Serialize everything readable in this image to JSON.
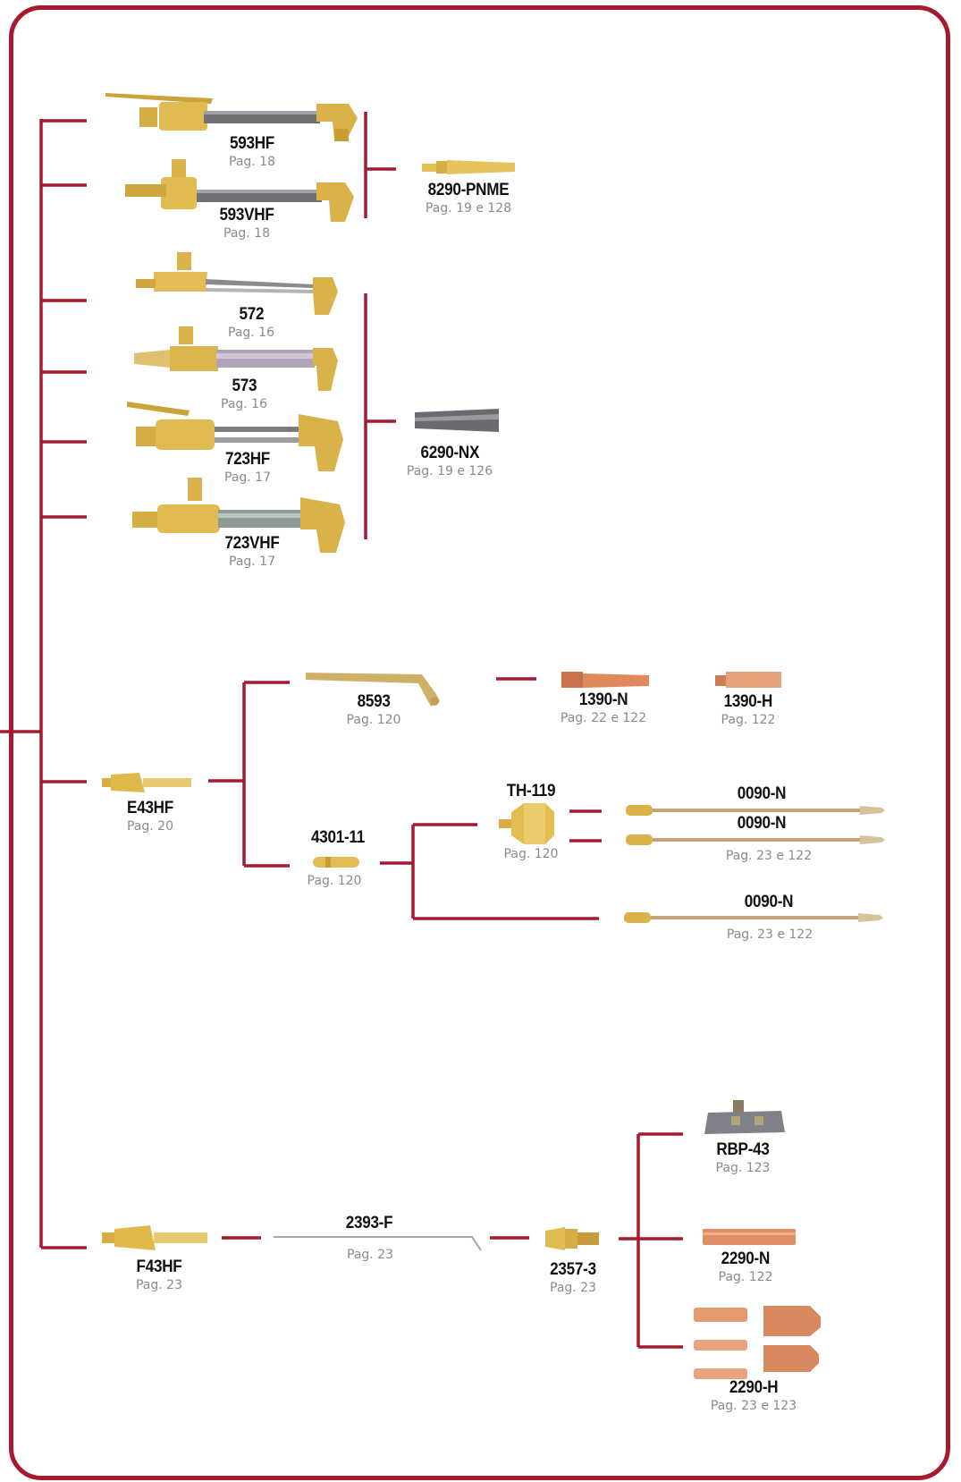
{
  "colors": {
    "connector": "#a6192e",
    "brass": "#d9b34a",
    "copper": "#d98a5a",
    "steel": "#8e8e94"
  },
  "items": {
    "i593hf": {
      "code": "593HF",
      "page": "Pag. 18",
      "icon": "torch-handle-icon"
    },
    "i593vhf": {
      "code": "593VHF",
      "page": "Pag. 18",
      "icon": "torch-handle-icon"
    },
    "i8290": {
      "code": "8290-PNME",
      "page": "Pag. 19 e 128",
      "icon": "cutting-tip-icon"
    },
    "i572": {
      "code": "572",
      "page": "Pag. 16",
      "icon": "torch-handle-icon"
    },
    "i573": {
      "code": "573",
      "page": "Pag. 16",
      "icon": "torch-handle-icon"
    },
    "i723hf": {
      "code": "723HF",
      "page": "Pag. 17",
      "icon": "torch-handle-icon"
    },
    "i723vhf": {
      "code": "723VHF",
      "page": "Pag. 17",
      "icon": "torch-handle-icon"
    },
    "i6290": {
      "code": "6290-NX",
      "page": "Pag. 19 e 126",
      "icon": "cutting-tip-icon"
    },
    "i8593": {
      "code": "8593",
      "page": "Pag. 120",
      "icon": "bent-tube-icon"
    },
    "i1390n": {
      "code": "1390-N",
      "page": "Pag. 22 e 122",
      "icon": "copper-tip-icon"
    },
    "i1390h": {
      "code": "1390-H",
      "page": "Pag. 122",
      "icon": "copper-tip-icon"
    },
    "ie43hf": {
      "code": "E43HF",
      "page": "Pag. 20",
      "icon": "handle-icon"
    },
    "ith119": {
      "code": "TH-119",
      "page": "Pag. 120",
      "icon": "hex-nut-icon"
    },
    "i0090a": {
      "code": "0090-N",
      "page": "",
      "icon": "flexible-cable-icon"
    },
    "i0090b": {
      "code": "0090-N",
      "page": "Pag. 23 e 122",
      "icon": "flexible-cable-icon"
    },
    "i430111": {
      "code": "4301-11",
      "page": "Pag. 120",
      "icon": "adapter-icon"
    },
    "i0090c": {
      "code": "0090-N",
      "page": "Pag. 23 e 122",
      "icon": "flexible-cable-icon"
    },
    "irbp43": {
      "code": "RBP-43",
      "page": "Pag. 123",
      "icon": "plate-block-icon"
    },
    "i2393f": {
      "code": "2393-F",
      "page": "Pag. 23",
      "icon": "rod-icon"
    },
    "if43hf": {
      "code": "F43HF",
      "page": "Pag. 23",
      "icon": "handle-icon"
    },
    "i23573": {
      "code": "2357-3",
      "page": "Pag. 23",
      "icon": "fitting-icon"
    },
    "i2290n": {
      "code": "2290-N",
      "page": "Pag. 122",
      "icon": "copper-tip-icon"
    },
    "i2290h": {
      "code": "2290-H",
      "page": "Pag. 23 e 123",
      "icon": "copper-tip-set-icon"
    }
  }
}
